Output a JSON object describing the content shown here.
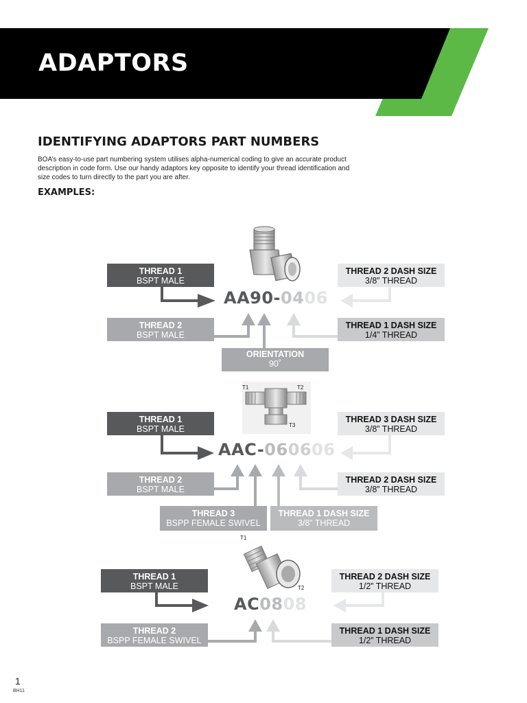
{
  "header": {
    "title": "ADAPTORS"
  },
  "section": {
    "heading": "IDENTIFYING ADAPTORS PART NUMBERS",
    "intro": "BOA’s easy-to-use part numbering system utilises alpha-numerical coding to give an accurate product description in code form. Use our handy adaptors key opposite to identify your thread identification and size codes to turn directly to the part you are after.",
    "examples_label": "EXAMPLES:"
  },
  "example1": {
    "code": {
      "a": "AA90",
      "dash": "-",
      "b": "04",
      "c": "06"
    },
    "thread1": {
      "title": "THREAD 1",
      "sub": "BSPT MALE"
    },
    "thread2": {
      "title": "THREAD 2",
      "sub": "BSPT MALE"
    },
    "orientation": {
      "title": "ORIENTATION",
      "sub": "90˚"
    },
    "t2_dash": {
      "title": "THREAD 2 DASH SIZE",
      "sub": "3/8” THREAD"
    },
    "t1_dash": {
      "title": "THREAD 1 DASH SIZE",
      "sub": "1/4” THREAD"
    }
  },
  "example2": {
    "code": {
      "a": "AAC",
      "dash": "-",
      "b": "06",
      "c": "06",
      "d": "06"
    },
    "thread1": {
      "title": "THREAD 1",
      "sub": "BSPT MALE"
    },
    "thread2": {
      "title": "THREAD 2",
      "sub": "BSPT MALE"
    },
    "thread3": {
      "title": "THREAD 3",
      "sub": "BSPP FEMALE SWIVEL"
    },
    "t1_dash": {
      "title": "THREAD 1 DASH SIZE",
      "sub": "3/8” THREAD"
    },
    "t3_dash": {
      "title": "THREAD 3 DASH SIZE",
      "sub": "3/8” THREAD"
    },
    "t2_dash": {
      "title": "THREAD 2 DASH SIZE",
      "sub": "3/8” THREAD"
    },
    "labels": {
      "t1": "T1",
      "t2": "T2",
      "t3": "T3"
    }
  },
  "example3": {
    "code": {
      "a": "AC",
      "b": "08",
      "c": "08"
    },
    "thread1": {
      "title": "THREAD 1",
      "sub": "BSPT MALE"
    },
    "thread2": {
      "title": "THREAD 2",
      "sub": "BSPP FEMALE SWIVEL"
    },
    "t2_dash": {
      "title": "THREAD 2 DASH SIZE",
      "sub": "1/2” THREAD"
    },
    "t1_dash": {
      "title": "THREAD 1 DASH SIZE",
      "sub": "1/2” THREAD"
    },
    "labels": {
      "t1": "T1",
      "t2": "T2"
    }
  },
  "footer": {
    "page": "1",
    "code": "BH11"
  },
  "colors": {
    "green": "#5cb946",
    "black": "#000000",
    "dark": "#58595b",
    "mid": "#a7a9ac",
    "light": "#e6e7e8"
  }
}
